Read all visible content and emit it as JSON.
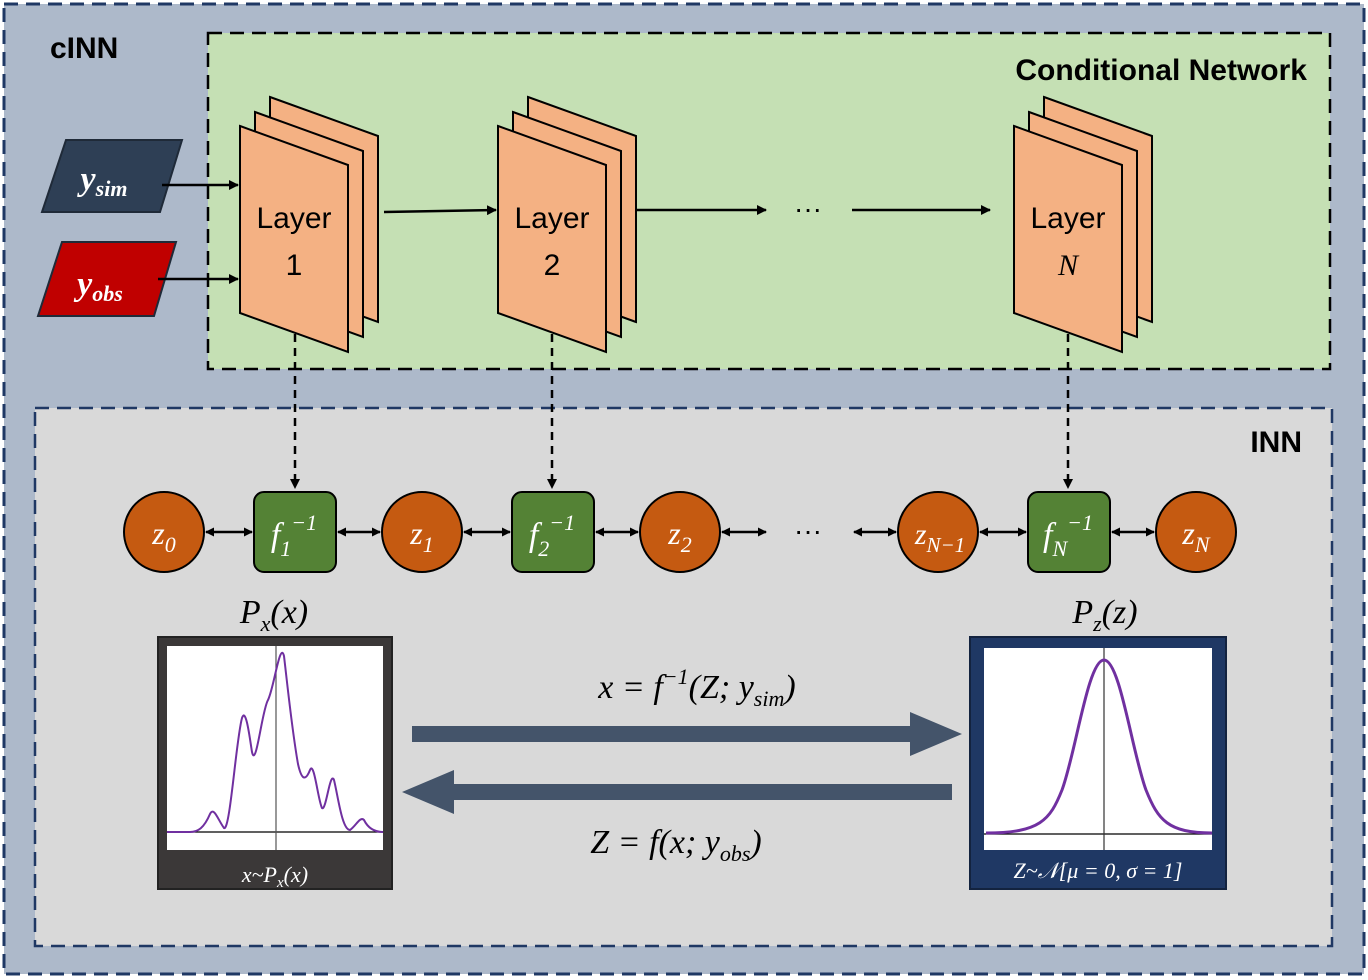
{
  "labels": {
    "cinn": "cINN",
    "conditional_network": "Conditional Network",
    "inn": "INN",
    "ellipsis_top": "···",
    "ellipsis_bottom": "···"
  },
  "inputs": [
    {
      "base": "y",
      "sub": "sim",
      "color": "#2e3f55"
    },
    {
      "base": "y",
      "sub": "obs",
      "color": "#c00000"
    }
  ],
  "layers": [
    {
      "line1": "Layer",
      "line2": "1"
    },
    {
      "line1": "Layer",
      "line2": "2"
    },
    {
      "line1": "Layer",
      "line2": "N"
    }
  ],
  "latents": [
    {
      "base": "z",
      "sub": "0"
    },
    {
      "base": "z",
      "sub": "1"
    },
    {
      "base": "z",
      "sub": "2"
    },
    {
      "base": "z",
      "sub": "N−1"
    },
    {
      "base": "z",
      "sub": "N"
    }
  ],
  "flows": [
    {
      "base": "f",
      "sub": "1",
      "sup": "−1"
    },
    {
      "base": "f",
      "sub": "2",
      "sup": "−1"
    },
    {
      "base": "f",
      "sub": "N",
      "sup": "−1"
    }
  ],
  "equations": {
    "forward": "x = f⁻¹(Z; y_sim)",
    "inverse": "Z = f(x; y_obs)"
  },
  "distributions": {
    "px_title": "P_x(x)",
    "px_caption": "x~P_x(x)",
    "pz_title": "P_z(z)",
    "pz_caption": "Z~𝒩[μ = 0, σ = 1]"
  },
  "colors": {
    "outer_bg": "#adb9ca",
    "cond_bg": "#c5e0b4",
    "inn_bg": "#d9d9d9",
    "layer_fill": "#f4b183",
    "latent_fill": "#c55a11",
    "flow_fill": "#548235",
    "arrow_big": "#44546a",
    "curve": "#7030a0"
  }
}
